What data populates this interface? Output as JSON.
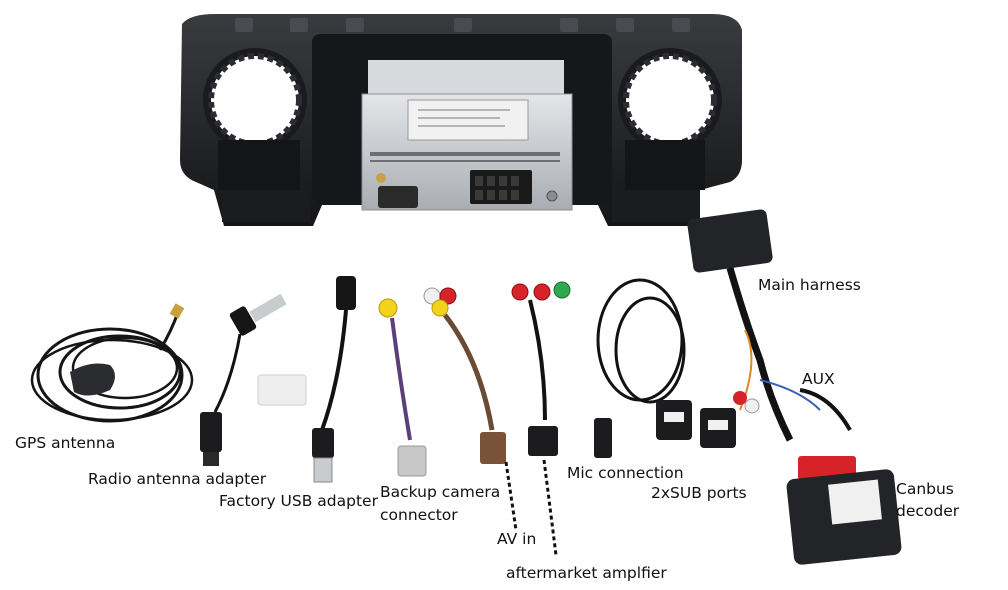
{
  "labels": {
    "gps_antenna": "GPS antenna",
    "radio_antenna_adapter": "Radio antenna adapter",
    "factory_usb_adapter": "Factory USB adapter",
    "backup_camera_line1": "Backup camera",
    "backup_camera_line2": "connector",
    "av_in": "AV in",
    "aftermarket_amplifier": "aftermarket amplfier",
    "mic_connection": "Mic connection",
    "sub_ports": "2xSUB ports",
    "main_harness": "Main harness",
    "aux": "AUX",
    "canbus_line1": "Canbus",
    "canbus_line2": "decoder"
  },
  "colors": {
    "plastic": "#1e1f22",
    "metal": "#c9ccd0",
    "cable": "#121212",
    "rca_red": "#d8222a",
    "rca_yellow": "#f2d21a",
    "rca_white": "#f0f0f0",
    "rca_green": "#2fa84f",
    "brown_cable": "#6b4a34",
    "purple_cable": "#5a3f7a"
  }
}
